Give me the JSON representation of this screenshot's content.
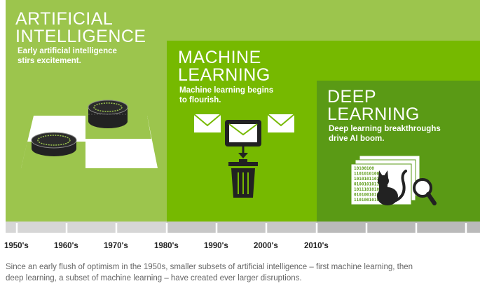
{
  "sections": {
    "ai": {
      "title_line1": "ARTIFICIAL",
      "title_line2": "INTELLIGENCE",
      "desc_line1": "Early artificial intelligence",
      "desc_line2": "stirs excitement."
    },
    "ml": {
      "title_line1": "MACHINE",
      "title_line2": "LEARNING",
      "desc_line1": "Machine learning begins",
      "desc_line2": "to flourish."
    },
    "dl": {
      "title_line1": "DEEP",
      "title_line2": "LEARNING",
      "desc_line1": "Deep learning breakthroughs",
      "desc_line2": "drive AI boom."
    }
  },
  "timeline": {
    "labels": [
      "1950's",
      "1960's",
      "1970's",
      "1980's",
      "1990's",
      "2000's",
      "2010's"
    ]
  },
  "binary_text": [
    "10100100",
    "1101010100",
    "10101011011",
    "0100101011",
    "1011101010",
    "0101001010",
    "1101001010"
  ],
  "caption_line1": "Since an early flush of optimism in the 1950s, smaller subsets of artificial intelligence – first machine learning, then",
  "caption_line2": "deep learning, a subset of machine learning – have created ever larger disruptions.",
  "colors": {
    "ai": "#9cc54d",
    "ml": "#76b900",
    "dl": "#5a9a15",
    "icon_dark": "#222222"
  }
}
